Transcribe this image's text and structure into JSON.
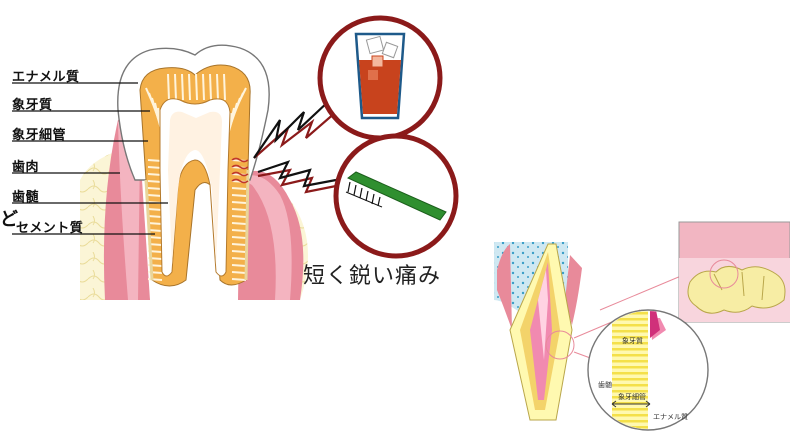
{
  "labels": {
    "enamel": "エナメル質",
    "dentin": "象牙質",
    "dentinal_tubules": "象牙細管",
    "gums": "歯肉",
    "pulp": "歯髄",
    "cementum": "セメント質"
  },
  "caption": "短く鋭い痛み",
  "cut_glyph": "ど",
  "inset_labels": {
    "dentin": "象牙質",
    "tubules": "象牙細管",
    "enamel": "エナメル質",
    "pulp": "歯髄"
  },
  "icons": {
    "drink": "iced-drink-icon",
    "toothbrush": "toothbrush-icon"
  },
  "colors": {
    "circle_border": "#8b1a1a",
    "dentin": "#f3b04a",
    "gum": "#e88a9a",
    "bone": "#f8f1c8",
    "drink": "#c8431d",
    "brush": "#2f8f2f"
  }
}
